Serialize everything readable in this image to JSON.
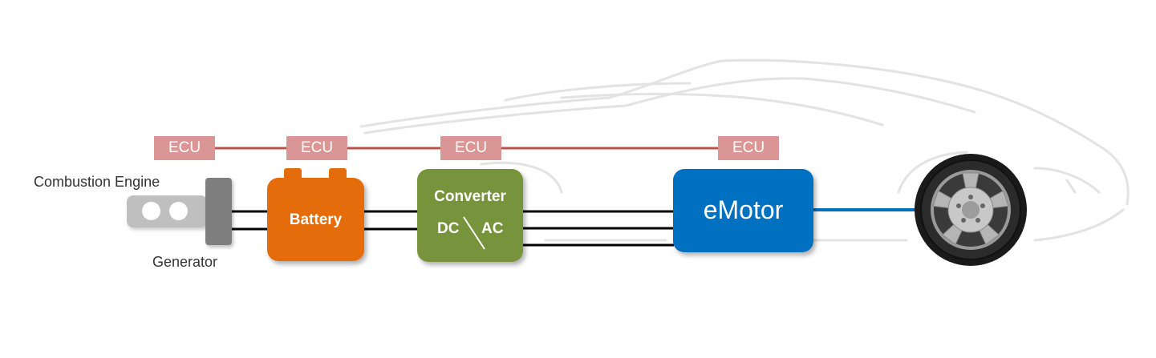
{
  "labels": {
    "combustion_engine": "Combustion Engine",
    "generator": "Generator",
    "battery": "Battery",
    "converter": "Converter",
    "dc": "DC",
    "ac": "AC",
    "emotor": "eMotor"
  },
  "ecus": [
    "ECU",
    "ECU",
    "ECU",
    "ECU"
  ],
  "colors": {
    "ecu_fill": "#d99694",
    "ecu_bus": "#c0504d",
    "battery": "#e46c0a",
    "converter": "#77933c",
    "emotor": "#0070c0",
    "generator": "#7f7f7f",
    "engine": "#bfbfbf",
    "drive_shaft": "#0070c0",
    "power_line": "#000000",
    "car_sketch": "#e3e3e3"
  }
}
